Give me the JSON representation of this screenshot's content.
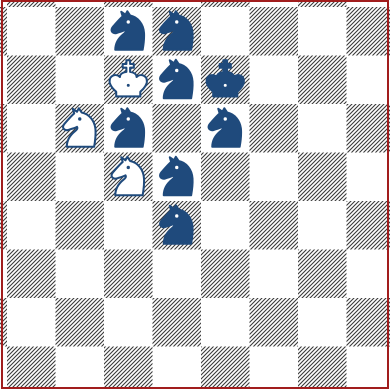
{
  "board": {
    "files": 8,
    "ranks": 8,
    "light_square_color": "#ffffff",
    "dark_square_pattern": "diagonal-hatch",
    "hatch_color": "#3a3a3a",
    "frame_color": "#a11d1d",
    "piece_fill_dark": "#1f4a7c",
    "piece_fill_light": "#ffffff",
    "piece_outline": "#1f4a7c"
  },
  "pieces": [
    {
      "name": "blue-knight",
      "color": "blue",
      "type": "knight",
      "row": 0,
      "col": 2
    },
    {
      "name": "blue-knight",
      "color": "blue",
      "type": "knight",
      "row": 0,
      "col": 3
    },
    {
      "name": "white-king",
      "color": "white",
      "type": "king",
      "row": 1,
      "col": 2
    },
    {
      "name": "blue-knight",
      "color": "blue",
      "type": "knight",
      "row": 1,
      "col": 3
    },
    {
      "name": "blue-king",
      "color": "blue",
      "type": "king",
      "row": 1,
      "col": 4
    },
    {
      "name": "white-knight",
      "color": "white",
      "type": "knight",
      "row": 2,
      "col": 1
    },
    {
      "name": "blue-knight",
      "color": "blue",
      "type": "knight",
      "row": 2,
      "col": 2
    },
    {
      "name": "blue-knight",
      "color": "blue",
      "type": "knight",
      "row": 2,
      "col": 4
    },
    {
      "name": "white-knight",
      "color": "white",
      "type": "knight",
      "row": 3,
      "col": 2
    },
    {
      "name": "blue-knight",
      "color": "blue",
      "type": "knight",
      "row": 3,
      "col": 3
    },
    {
      "name": "blue-knight",
      "color": "blue",
      "type": "knight",
      "row": 4,
      "col": 3
    }
  ]
}
